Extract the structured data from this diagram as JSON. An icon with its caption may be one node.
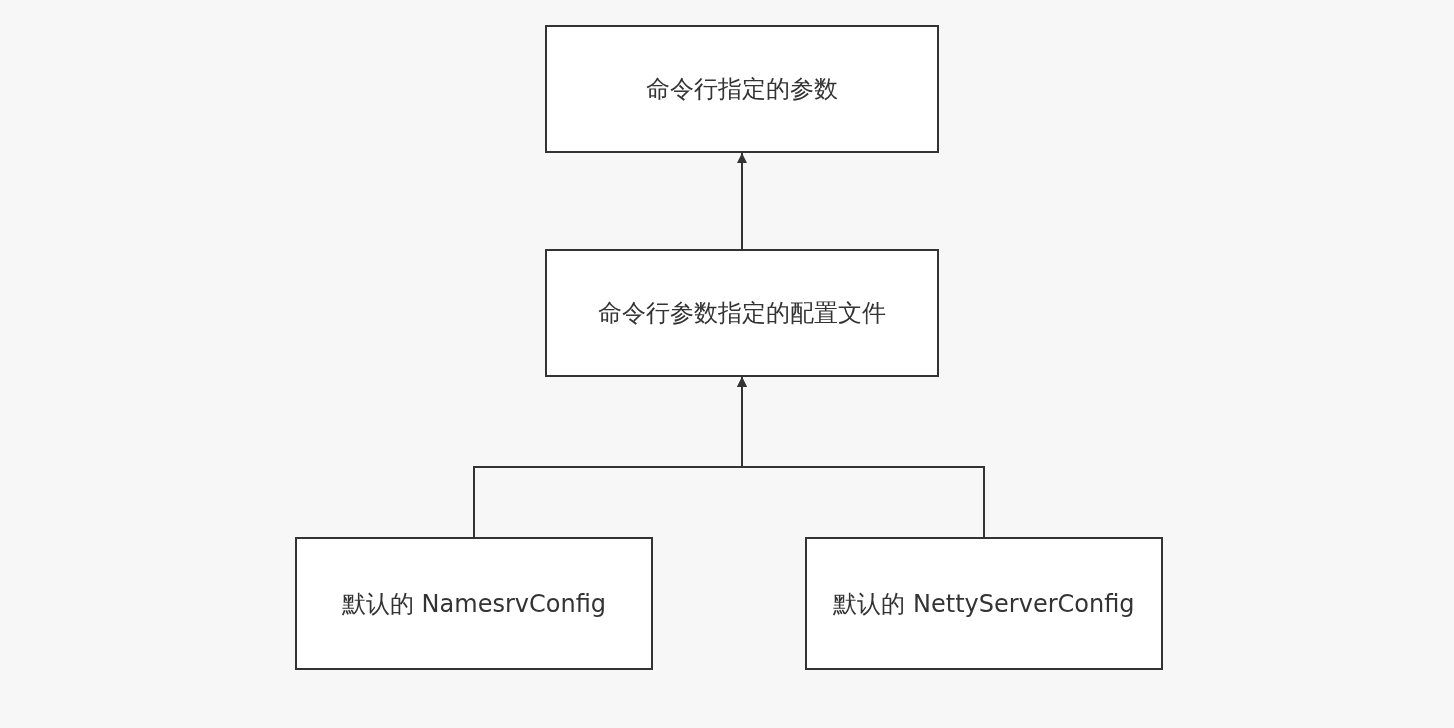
{
  "diagram": {
    "nodes": [
      {
        "text": [
          "命令行指定的参数"
        ]
      },
      {
        "text": [
          "命令行参数指定的配置文件"
        ]
      },
      {
        "text": [
          "默认的 NamesrvConfig"
        ]
      },
      {
        "text": [
          "默认的 NettyServerConfig"
        ]
      }
    ],
    "edges": [
      {
        "from": 1,
        "to": 0,
        "arrow": "to"
      },
      {
        "from": 2,
        "to": 1,
        "arrow": "to"
      },
      {
        "from": 3,
        "to": 1,
        "arrow": "to"
      }
    ]
  }
}
